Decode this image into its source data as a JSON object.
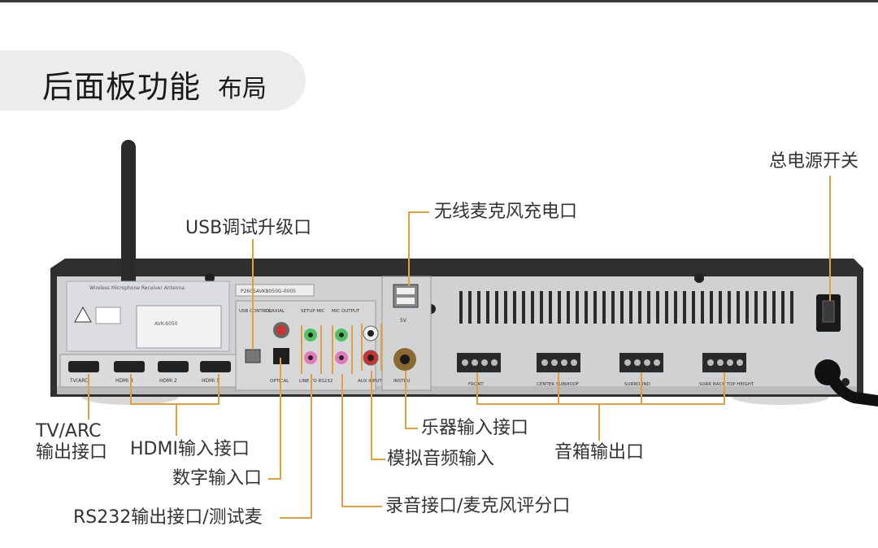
{
  "title": {
    "main": "后面板功能",
    "sub": "布局"
  },
  "labels": {
    "power_switch": "总电源开关",
    "wireless_mic_charge": "无线麦克风充电口",
    "usb_debug": "USB调试升级口",
    "tv_arc_line1": "TV/ARC",
    "tv_arc_line2": "输出接口",
    "hdmi_input": "HDMI输入接口",
    "digital_input": "数字输入口",
    "rs232": "RS232输出接口/测试麦",
    "instrument_input": "乐器输入接口",
    "analog_audio_input": "模拟音频输入",
    "speaker_output": "音箱输出口",
    "record_port": "录音接口/麦克风评分口"
  },
  "panel_text": {
    "antenna": "Wireless Microphone Receiver Antenna",
    "usb_control": "USB CONTROL",
    "coaxial": "COAXIAL",
    "optical": "OPTICAL",
    "setup_mic": "SETUP MIC",
    "line_to_rs232": "LINE TO RS232",
    "mic_output": "MIC OUTPUT",
    "aux_input": "AUX INPUT",
    "instru": "INSTRU",
    "dc_5v": "5V",
    "front": "FRONT",
    "center_subwoof": "CENTER SUBWOOF",
    "surround": "SURROUND",
    "surr_back": "SURR BACK TOP HEIGHT",
    "tv_arc": "TV(ARC)",
    "hdmi3": "HDMI 3",
    "hdmi2": "HDMI 2",
    "hdmi1": "HDMI 1",
    "model": "AVK-8050",
    "serial": "P2605AVK8050G-0005"
  },
  "colors": {
    "accent": "#e0a040",
    "chassis": "#3a3a3a",
    "panel": "#cfd1d3"
  }
}
